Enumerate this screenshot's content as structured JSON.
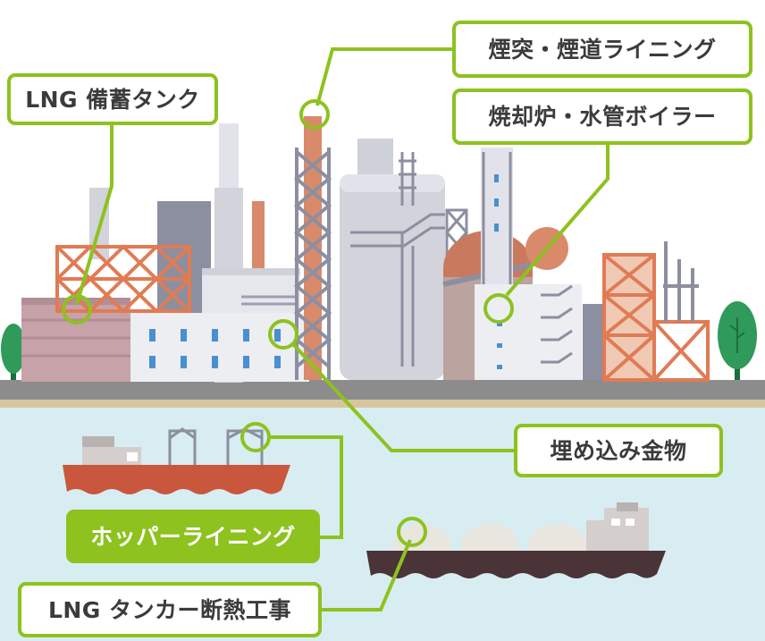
{
  "labels": {
    "lng_tank": "LNG 備蓄タンク",
    "chimney": "煙突・煙道ライニング",
    "incinerator": "焼却炉・水管ボイラー",
    "embedded": "埋め込み金物",
    "hopper": "ホッパーライニング",
    "lng_tanker": "LNG タンカー断熱工事"
  },
  "colors": {
    "accent_green": "#8dc21f",
    "text": "#3b3b3b",
    "sea": "#d8edf2",
    "ground": "#8c8c8c",
    "sand": "#d7c59d",
    "rust": "#d98a6a",
    "steel": "#8c8fa0",
    "concrete": "#d8d9df",
    "hull_red": "#c9573d",
    "hull_dark": "#4a3437",
    "tree": "#2f9a5a"
  }
}
